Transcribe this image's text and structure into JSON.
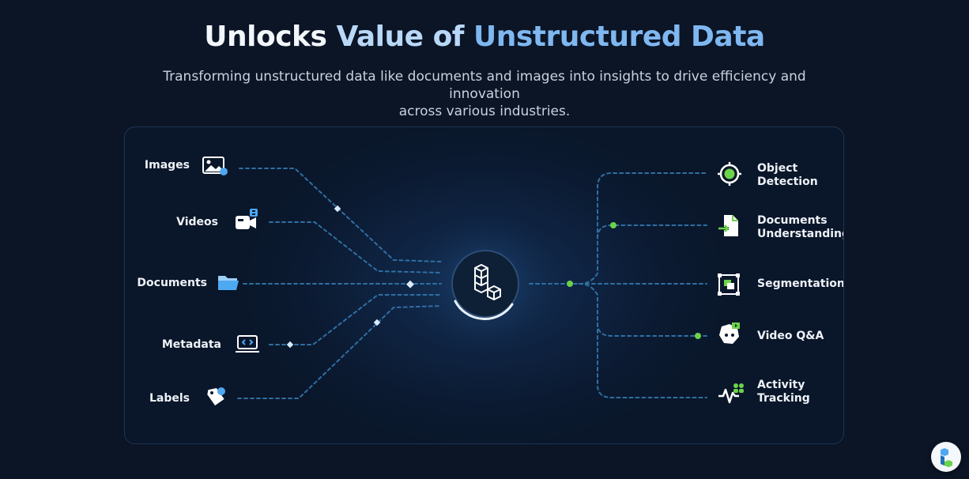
{
  "header": {
    "title_part1": "Unlocks ",
    "title_part2": "Value of ",
    "title_part3": "Unstructured Data",
    "subtitle_line1": "Transforming unstructured data like documents and images into insights to drive efficiency and innovation",
    "subtitle_line2": "across various industries."
  },
  "inputs": [
    {
      "label": "Images",
      "icon": "image-icon"
    },
    {
      "label": "Videos",
      "icon": "video-camera-icon"
    },
    {
      "label": "Documents",
      "icon": "folder-icon"
    },
    {
      "label": "Metadata",
      "icon": "laptop-code-icon"
    },
    {
      "label": "Labels",
      "icon": "tag-icon"
    }
  ],
  "outputs": [
    {
      "line1": "Object",
      "line2": "Detection",
      "icon": "target-icon"
    },
    {
      "line1": "Documents",
      "line2": "Understanding",
      "icon": "document-import-icon"
    },
    {
      "line1": "Segmentation",
      "line2": "",
      "icon": "segmentation-icon"
    },
    {
      "line1": "Video Q&A",
      "line2": "",
      "icon": "video-qa-icon"
    },
    {
      "line1": "Activity",
      "line2": "Tracking",
      "icon": "activity-icon"
    }
  ],
  "center": {
    "icon": "labelbox-logo-icon"
  },
  "colors": {
    "background": "#0b1526",
    "wire": "#2f6fa3",
    "accent_green": "#6bd34a",
    "accent_blue": "#4ea8f2",
    "title_blue": "#7fb7f0"
  }
}
